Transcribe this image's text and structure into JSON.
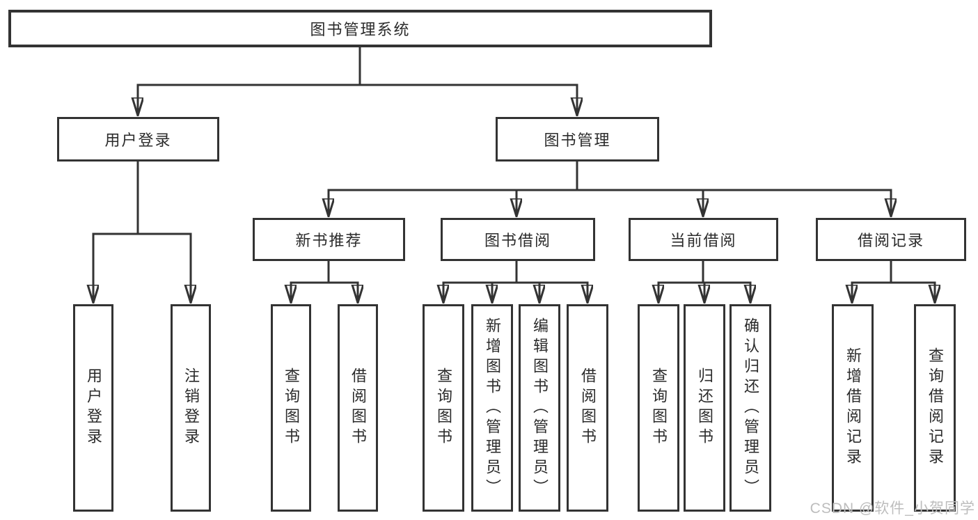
{
  "tree": {
    "root": {
      "label": "图书管理系统",
      "children": [
        {
          "label": "用户登录",
          "children": [
            {
              "label": "用户登录"
            },
            {
              "label": "注销登录"
            }
          ]
        },
        {
          "label": "图书管理",
          "children": [
            {
              "label": "新书推荐",
              "children": [
                {
                  "label": "查询图书"
                },
                {
                  "label": "借阅图书"
                }
              ]
            },
            {
              "label": "图书借阅",
              "children": [
                {
                  "label": "查询图书"
                },
                {
                  "label": "新增图书（管理员）"
                },
                {
                  "label": "编辑图书（管理员）"
                },
                {
                  "label": "借阅图书"
                }
              ]
            },
            {
              "label": "当前借阅",
              "children": [
                {
                  "label": "查询图书"
                },
                {
                  "label": "归还图书"
                },
                {
                  "label": "确认归还（管理员）"
                }
              ]
            },
            {
              "label": "借阅记录",
              "children": [
                {
                  "label": "新增借阅记录"
                },
                {
                  "label": "查询借阅记录"
                }
              ]
            }
          ]
        }
      ]
    }
  },
  "watermark": "CSDN @软件_小贺同学",
  "colors": {
    "line": "#333333",
    "border": "#333333",
    "text": "#2b2b2b",
    "watermark": "#bdbdbd",
    "background": "#ffffff"
  }
}
